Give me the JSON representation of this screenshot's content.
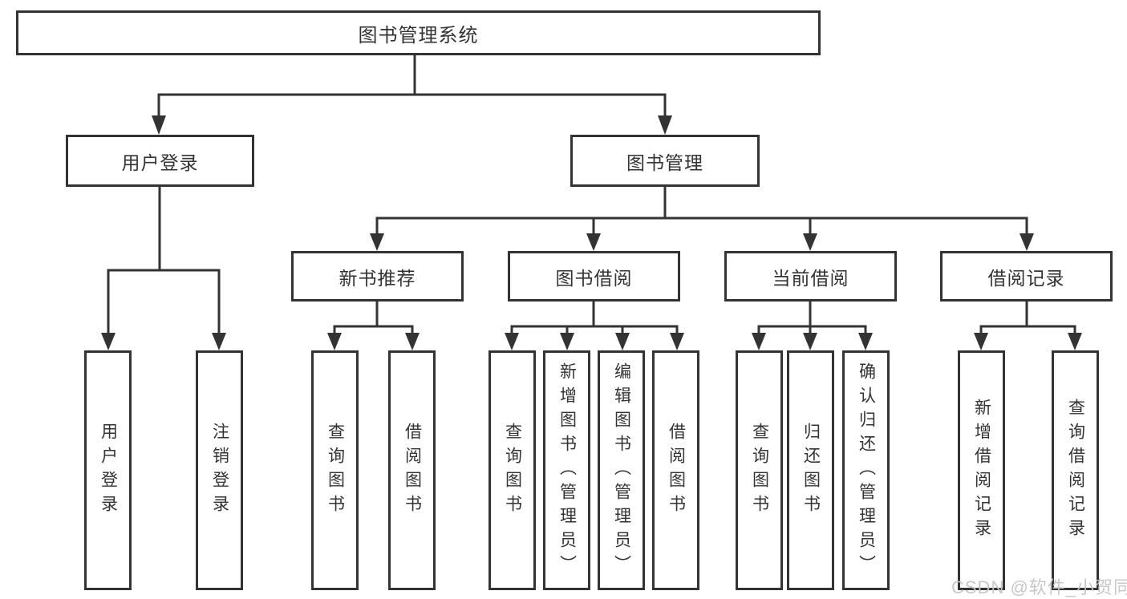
{
  "watermark": "CSDN @软件_小贺同学",
  "colors": {
    "line": "#333333",
    "text": "#333333",
    "box_background": "#ffffff",
    "watermark": "#c6c6c6",
    "background": "#ffffff"
  },
  "tree": {
    "root": "图书管理系统",
    "user_branch": {
      "label": "用户登录",
      "children": [
        "用户登录",
        "注销登录"
      ]
    },
    "book_branch": {
      "label": "图书管理",
      "sections": [
        {
          "label": "新书推荐",
          "children": [
            "查询图书",
            "借阅图书"
          ]
        },
        {
          "label": "图书借阅",
          "children": [
            "查询图书",
            "新增图书（管理员）",
            "编辑图书（管理员）",
            "借阅图书"
          ]
        },
        {
          "label": "当前借阅",
          "children": [
            "查询图书",
            "归还图书",
            "确认归还（管理员）"
          ]
        },
        {
          "label": "借阅记录",
          "children": [
            "新增借阅记录",
            "查询借阅记录"
          ]
        }
      ]
    }
  }
}
